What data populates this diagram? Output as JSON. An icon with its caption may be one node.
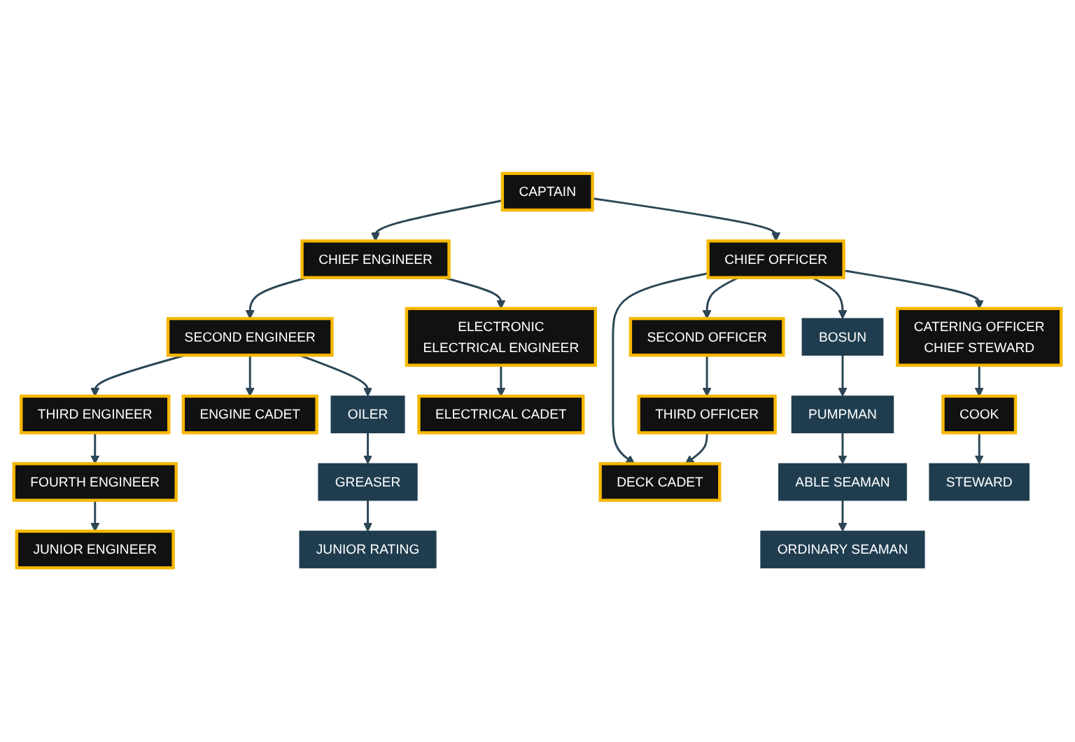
{
  "diagram": {
    "nodes": [
      {
        "text": [
          "CAPTAIN"
        ]
      },
      {
        "text": [
          "CHIEF ENGINEER"
        ]
      },
      {
        "text": [
          "SECOND ENGINEER"
        ]
      },
      {
        "text": [
          "THIRD ENGINEER"
        ]
      },
      {
        "text": [
          "FOURTH ENGINEER"
        ]
      },
      {
        "text": [
          "JUNIOR ENGINEER"
        ]
      },
      {
        "text": [
          "ENGINE CADET"
        ]
      },
      {
        "text": [
          "OILER"
        ]
      },
      {
        "text": [
          "GREASER"
        ]
      },
      {
        "text": [
          "JUNIOR RATING"
        ]
      },
      {
        "text": [
          "ELECTRONIC",
          "ELECTRICAL ENGINEER"
        ]
      },
      {
        "text": [
          "ELECTRICAL CADET"
        ]
      },
      {
        "text": [
          "CHIEF OFFICER"
        ]
      },
      {
        "text": [
          "SECOND OFFICER"
        ]
      },
      {
        "text": [
          "THIRD OFFICER"
        ]
      },
      {
        "text": [
          "DECK CADET"
        ]
      },
      {
        "text": [
          "BOSUN"
        ]
      },
      {
        "text": [
          "PUMPMAN"
        ]
      },
      {
        "text": [
          "ABLE SEAMAN"
        ]
      },
      {
        "text": [
          "ORDINARY SEAMAN"
        ]
      },
      {
        "text": [
          "CATERING OFFICER",
          "CHIEF STEWARD"
        ]
      },
      {
        "text": [
          "COOK"
        ]
      },
      {
        "text": [
          "STEWARD"
        ]
      }
    ],
    "edges": [
      {
        "from": 0,
        "to": 1,
        "arrow": "to"
      },
      {
        "from": 0,
        "to": 12,
        "arrow": "to"
      },
      {
        "from": 1,
        "to": 2,
        "arrow": "to"
      },
      {
        "from": 1,
        "to": 10,
        "arrow": "to"
      },
      {
        "from": 2,
        "to": 6,
        "arrow": "to"
      },
      {
        "from": 2,
        "to": 3,
        "arrow": "to"
      },
      {
        "from": 2,
        "to": 7,
        "arrow": "to"
      },
      {
        "from": 3,
        "to": 4,
        "arrow": "to"
      },
      {
        "from": 4,
        "to": 5,
        "arrow": "to"
      },
      {
        "from": 7,
        "to": 8,
        "arrow": "to"
      },
      {
        "from": 8,
        "to": 9,
        "arrow": "to"
      },
      {
        "from": 10,
        "to": 11,
        "arrow": "to"
      },
      {
        "from": 12,
        "to": 15,
        "arrow": "to"
      },
      {
        "from": 12,
        "to": 13,
        "arrow": "to"
      },
      {
        "from": 12,
        "to": 16,
        "arrow": "to"
      },
      {
        "from": 12,
        "to": 20,
        "arrow": "to"
      },
      {
        "from": 13,
        "to": 14,
        "arrow": "to"
      },
      {
        "from": 14,
        "to": 15,
        "arrow": "to"
      },
      {
        "from": 16,
        "to": 17,
        "arrow": "to"
      },
      {
        "from": 17,
        "to": 18,
        "arrow": "to"
      },
      {
        "from": 18,
        "to": 19,
        "arrow": "to"
      },
      {
        "from": 20,
        "to": 21,
        "arrow": "to"
      },
      {
        "from": 21,
        "to": 22,
        "arrow": "to"
      }
    ]
  }
}
